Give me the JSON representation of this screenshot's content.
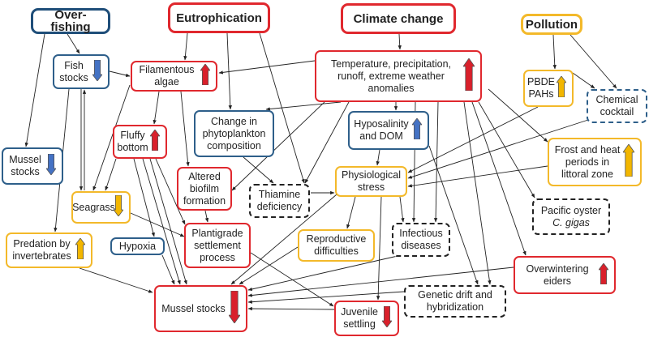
{
  "drivers": [
    {
      "id": "overfishing",
      "label": "Over-fishing",
      "color": "blue"
    },
    {
      "id": "eutrophication",
      "label": "Eutrophication",
      "color": "red"
    },
    {
      "id": "climate",
      "label": "Climate change",
      "color": "red"
    },
    {
      "id": "pollution",
      "label": "Pollution",
      "color": "orange"
    }
  ],
  "nodes": [
    {
      "id": "fish",
      "label": "Fish\nstocks",
      "color": "blue",
      "trend": "down"
    },
    {
      "id": "filamentous",
      "label": "Filamentous\nalgae",
      "color": "red",
      "trend": "up"
    },
    {
      "id": "temperature",
      "label": "Temperature, precipitation,\nrunoff, extreme weather\nanomalies",
      "color": "red",
      "trend": "up"
    },
    {
      "id": "pbde",
      "label": "PBDE\nPAHs",
      "color": "orange",
      "trend": "up"
    },
    {
      "id": "chemical",
      "label": "Chemical\ncocktail",
      "color": "blue",
      "dashed": true
    },
    {
      "id": "phyto",
      "label": "Change in\nphytoplankton\ncomposition",
      "color": "blue"
    },
    {
      "id": "fluffy",
      "label": "Fluffy\nbottom",
      "color": "red",
      "trend": "up"
    },
    {
      "id": "hyposalinity",
      "label": "Hyposalinity\nand DOM",
      "color": "blue",
      "trend": "up"
    },
    {
      "id": "frost",
      "label": "Frost and heat\nperiods in\nlittoral zone",
      "color": "orange",
      "trend": "up"
    },
    {
      "id": "mussel_small",
      "label": "Mussel\nstocks",
      "color": "blue",
      "trend": "down"
    },
    {
      "id": "biofilm",
      "label": "Altered\nbiofilm\nformation",
      "color": "red"
    },
    {
      "id": "thiamine",
      "label": "Thiamine\ndeficiency",
      "color": "black",
      "dashed": true
    },
    {
      "id": "physio",
      "label": "Physiological\nstress",
      "color": "orange"
    },
    {
      "id": "seagrass",
      "label": "Seagrass",
      "color": "orange",
      "trend": "down"
    },
    {
      "id": "oyster",
      "label": "Pacific oyster",
      "label_italic": "C. gigas",
      "color": "black",
      "dashed": true
    },
    {
      "id": "plantigrade",
      "label": "Plantigrade\nsettlement\nprocess",
      "color": "red"
    },
    {
      "id": "predation",
      "label": "Predation by\ninvertebrates",
      "color": "orange",
      "trend": "up"
    },
    {
      "id": "hypoxia",
      "label": "Hypoxia",
      "color": "blue"
    },
    {
      "id": "reproductive",
      "label": "Reproductive\ndifficulties",
      "color": "orange"
    },
    {
      "id": "infectious",
      "label": "Infectious\ndiseases",
      "color": "black",
      "dashed": true
    },
    {
      "id": "eiders",
      "label": "Overwintering\neiders",
      "color": "red",
      "trend": "up"
    },
    {
      "id": "mussel_main",
      "label": "Mussel stocks",
      "color": "red",
      "trend": "down"
    },
    {
      "id": "genetic",
      "label": "Genetic drift and\nhybridization",
      "color": "black",
      "dashed": true
    },
    {
      "id": "juvenile",
      "label": "Juvenile\nsettling",
      "color": "red",
      "trend": "down"
    }
  ],
  "colors": {
    "blue": "#4472c4",
    "red": "#d9202b",
    "orange": "#f2b600",
    "edge": "#222222"
  }
}
